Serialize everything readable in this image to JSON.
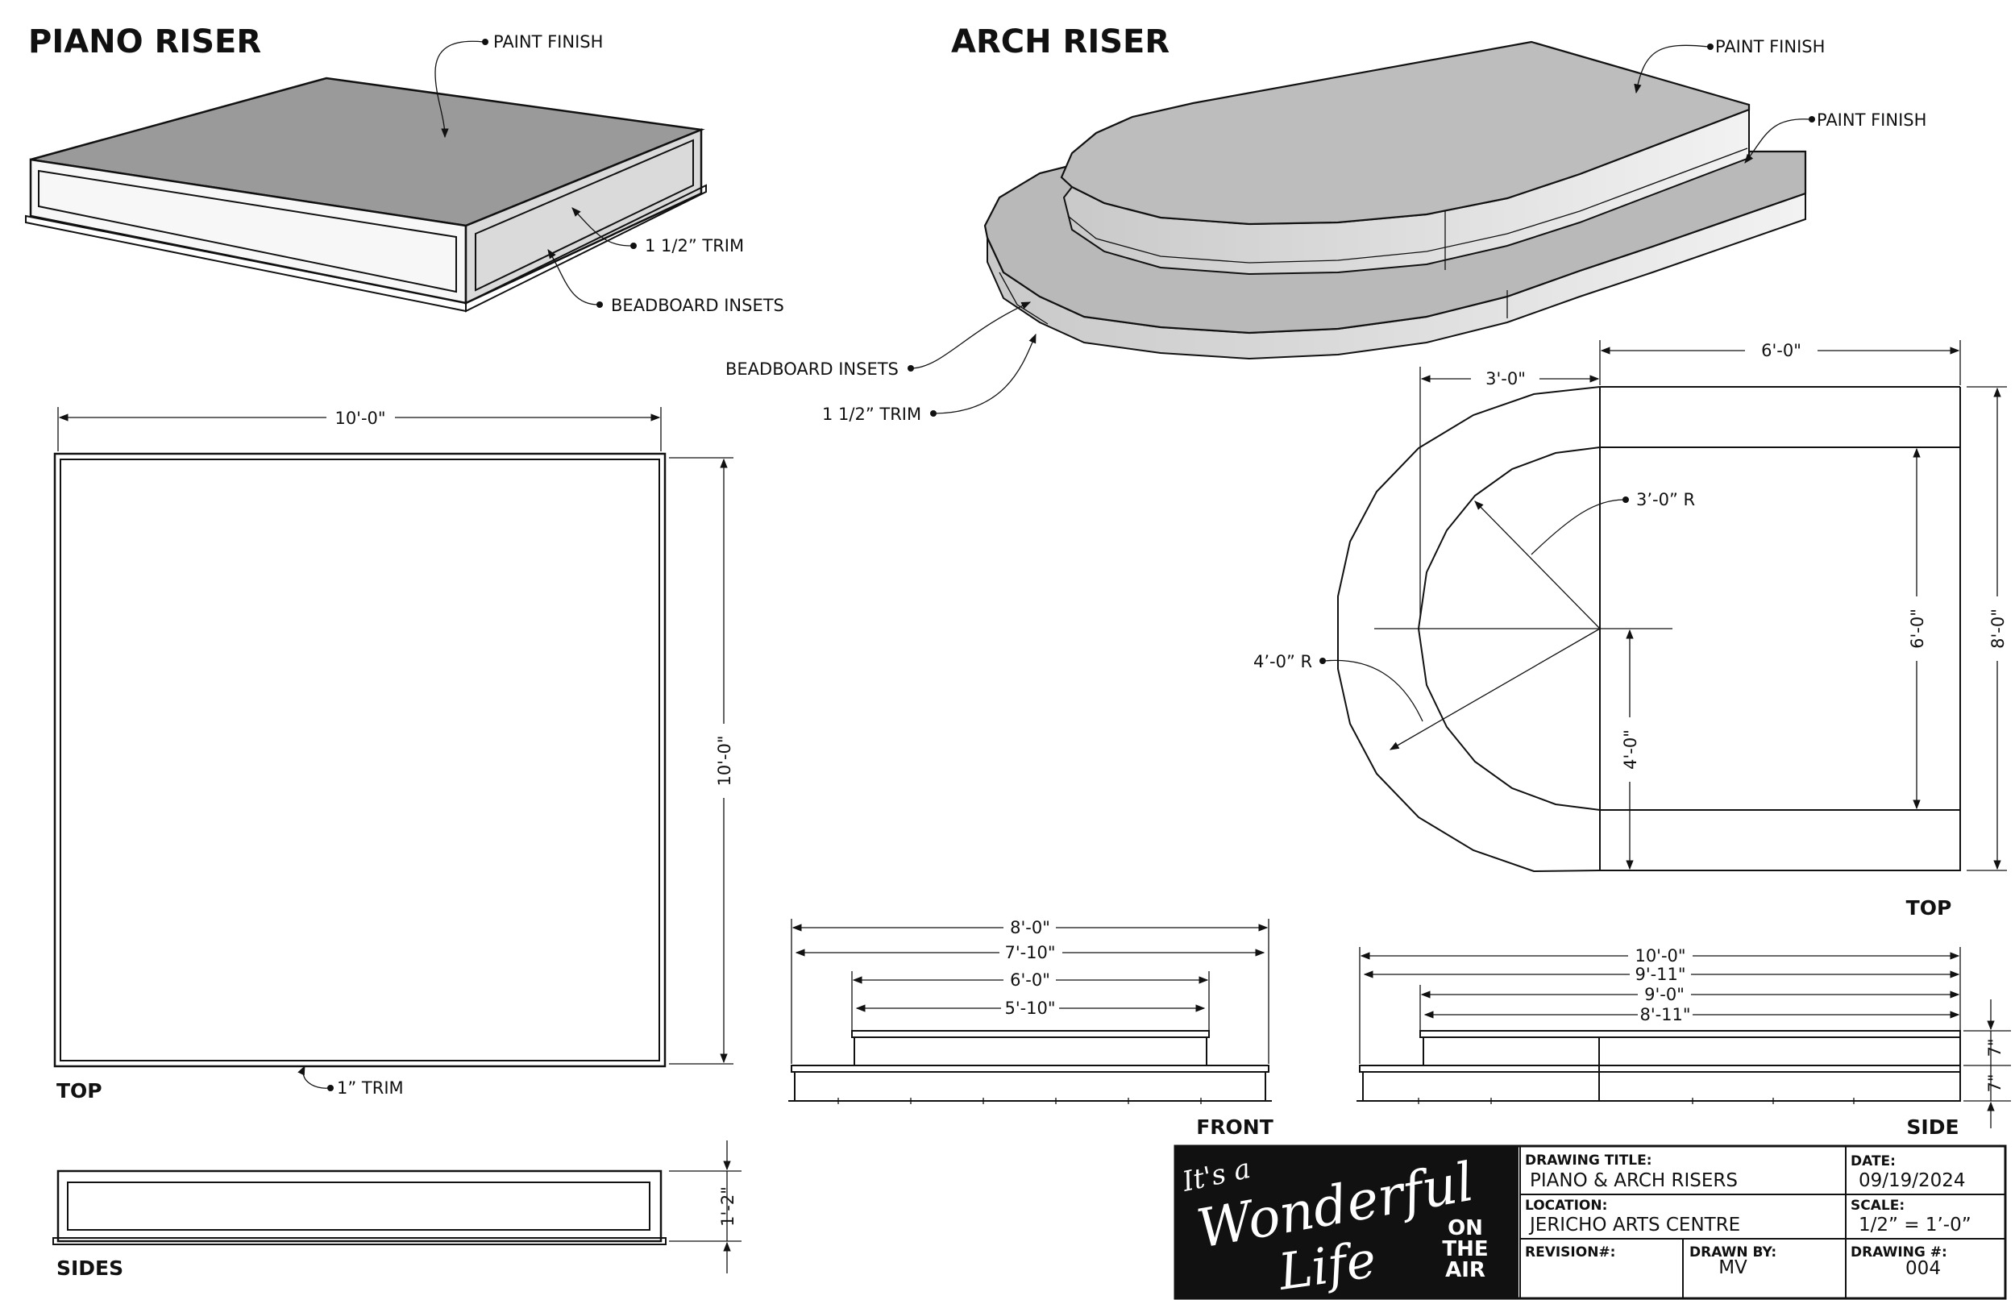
{
  "piano_riser": {
    "title": "PIANO RISER",
    "callouts": {
      "paint_finish": "PAINT FINISH",
      "trim": "1 1/2” TRIM",
      "beadboard": "BEADBOARD INSETS",
      "top_trim": "1” TRIM"
    },
    "dims": {
      "width": "10'-0\"",
      "depth": "10'-0\"",
      "height": "1'-2\""
    },
    "views": {
      "top": "TOP",
      "sides": "SIDES"
    }
  },
  "arch_riser": {
    "title": "ARCH RISER",
    "callouts": {
      "paint_finish_top": "PAINT FINISH",
      "paint_finish_lower": "PAINT FINISH",
      "beadboard": "BEADBOARD INSETS",
      "trim": "1 1/2” TRIM",
      "inner_radius": "3’-0” R",
      "outer_radius": "4’-0” R"
    },
    "top_dims": {
      "straight": "6'-0\"",
      "arc_offset": "3'-0\"",
      "inner_width": "6'-0\"",
      "outer_width": "8'-0\"",
      "half_width": "4'-0\""
    },
    "front_dims": [
      "8'-0\"",
      "7'-10\"",
      "6'-0\"",
      "5'-10\""
    ],
    "side_dims": [
      "10'-0\"",
      "9'-11\"",
      "9'-0\"",
      "8'-11\""
    ],
    "side_heights": [
      "7\"",
      "7\""
    ],
    "views": {
      "top": "TOP",
      "front": "FRONT",
      "side": "SIDE"
    }
  },
  "title_block": {
    "logo": {
      "line1": "It's a",
      "line2": "Wonderful",
      "line3": "Life",
      "tag": [
        "ON",
        "THE",
        "AIR"
      ]
    },
    "drawing_title_label": "DRAWING TITLE:",
    "drawing_title": "PIANO & ARCH RISERS",
    "location_label": "LOCATION:",
    "location": "JERICHO ARTS CENTRE",
    "revision_label": "REVISION#:",
    "drawn_by_label": "DRAWN BY:",
    "drawn_by": "MV",
    "date_label": "DATE:",
    "date": "09/19/2024",
    "scale_label": "SCALE:",
    "scale": "1/2” = 1’-0”",
    "drawing_no_label": "DRAWING #:",
    "drawing_no": "004"
  },
  "colors": {
    "ink": "#111111",
    "top_face_dark": "#999999",
    "top_face_light": "#bdbdbd",
    "panel": "#d9d9d9",
    "logo_bg": "#111111"
  }
}
